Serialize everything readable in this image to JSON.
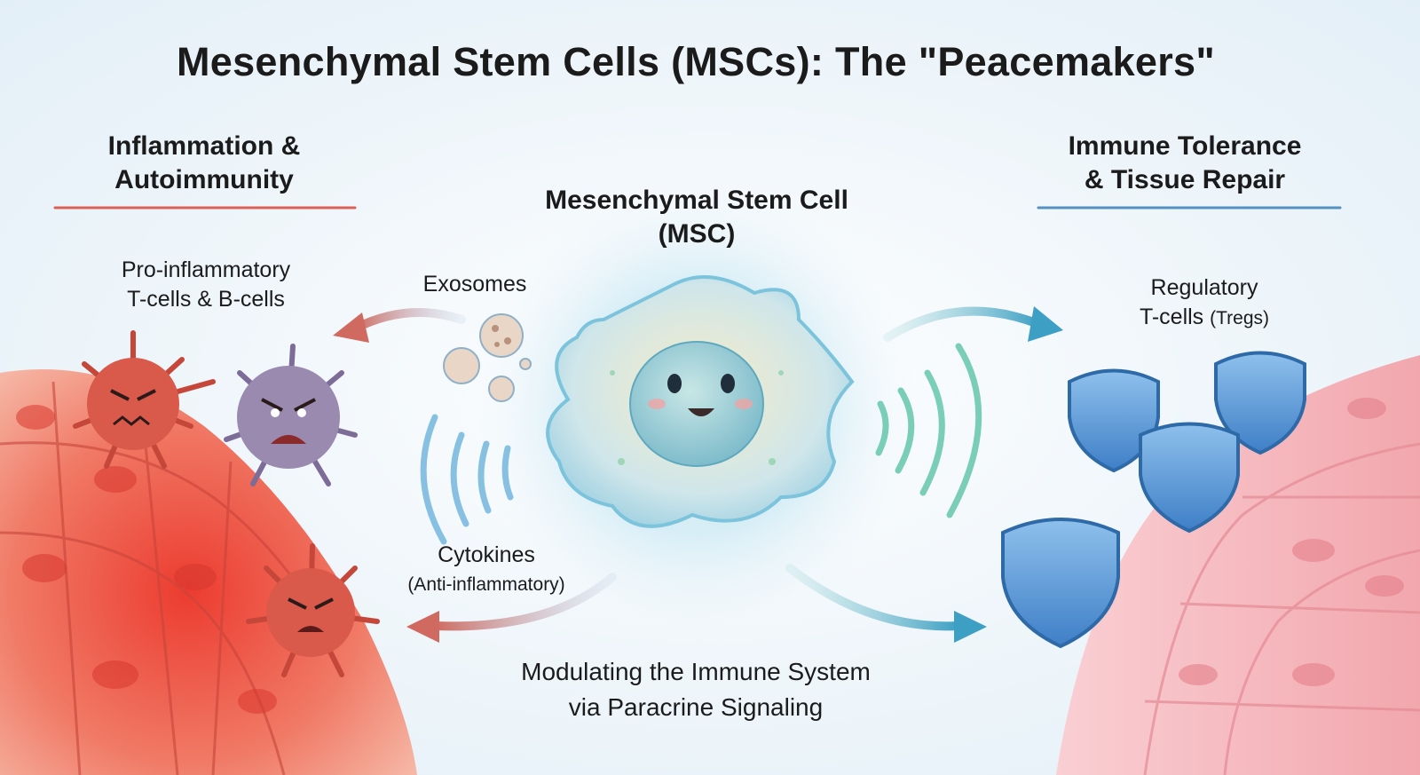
{
  "title": "Mesenchymal Stem Cells (MSCs): The \"Peacemakers\"",
  "left": {
    "heading_line1": "Inflammation &",
    "heading_line2": "Autoimmunity",
    "cells_label_line1": "Pro-inflammatory",
    "cells_label_line2": "T-cells & B-cells",
    "accent_color": "#d9473b"
  },
  "center": {
    "heading_line1": "Mesenchymal Stem Cell",
    "heading_line2": "(MSC)",
    "exosomes_label": "Exosomes",
    "cytokines_label_line1": "Cytokines",
    "cytokines_label_line2": "(Anti-inflammatory)",
    "caption_line1": "Modulating the Immune System",
    "caption_line2": "via Paracrine Signaling"
  },
  "right": {
    "heading_line1": "Immune Tolerance",
    "heading_line2": "& Tissue Repair",
    "cells_label_line1": "Regulatory",
    "cells_label_line2": "T-cells",
    "cells_label_abbr": "(Tregs)",
    "accent_color": "#3a7fb8"
  }
}
